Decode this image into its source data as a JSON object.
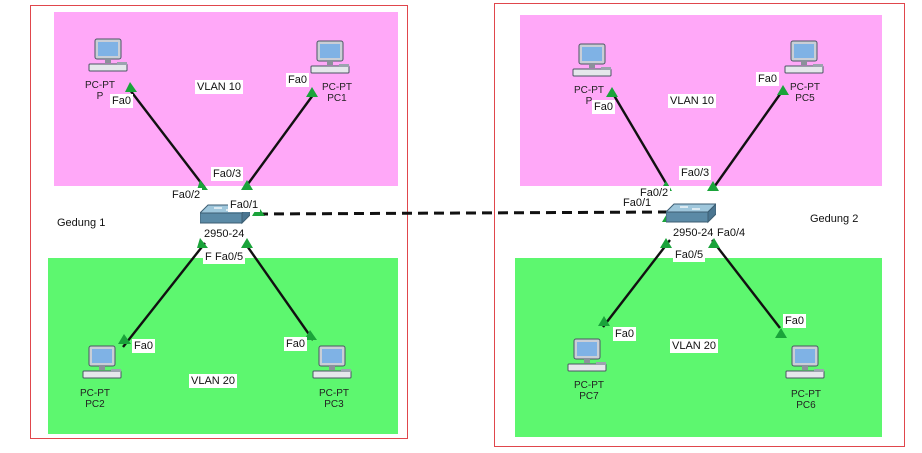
{
  "buildings": [
    {
      "name": "Gedung 1"
    },
    {
      "name": "Gedung 2"
    }
  ],
  "vlans": [
    {
      "label": "VLAN 10"
    },
    {
      "label": "VLAN 20"
    },
    {
      "label": "VLAN 10"
    },
    {
      "label": "VLAN 20"
    }
  ],
  "switches": [
    {
      "model": "2950-24"
    },
    {
      "model": "2950-24"
    }
  ],
  "pcs": [
    {
      "type": "PC-PT",
      "name": "P",
      "port": "Fa0"
    },
    {
      "type": "PC-PT",
      "name": "PC1",
      "port": "Fa0"
    },
    {
      "type": "PC-PT",
      "name": "PC2",
      "port": "Fa0"
    },
    {
      "type": "PC-PT",
      "name": "PC3",
      "port": "Fa0"
    },
    {
      "type": "PC-PT",
      "name": "P",
      "port": "Fa0"
    },
    {
      "type": "PC-PT",
      "name": "PC5",
      "port": "Fa0"
    },
    {
      "type": "PC-PT",
      "name": "PC7",
      "port": "Fa0"
    },
    {
      "type": "PC-PT",
      "name": "PC6",
      "port": "Fa0"
    }
  ],
  "switch_ports": {
    "sw1": {
      "p2": "Fa0/2",
      "p3": "Fa0/3",
      "p1": "Fa0/1",
      "pF": "F",
      "p5": "Fa0/5"
    },
    "sw2": {
      "p2": "Fa0/2",
      "p3": "Fa0/3",
      "pTrunk": "Fa0/1",
      "p4": "Fa0/4",
      "p5": "Fa0/5"
    }
  },
  "colors": {
    "vlan10": "#ffa8f8",
    "vlan20": "#5df76f",
    "frame": "#e0464c",
    "link": "#111111",
    "link_up": "#1aa33a"
  }
}
